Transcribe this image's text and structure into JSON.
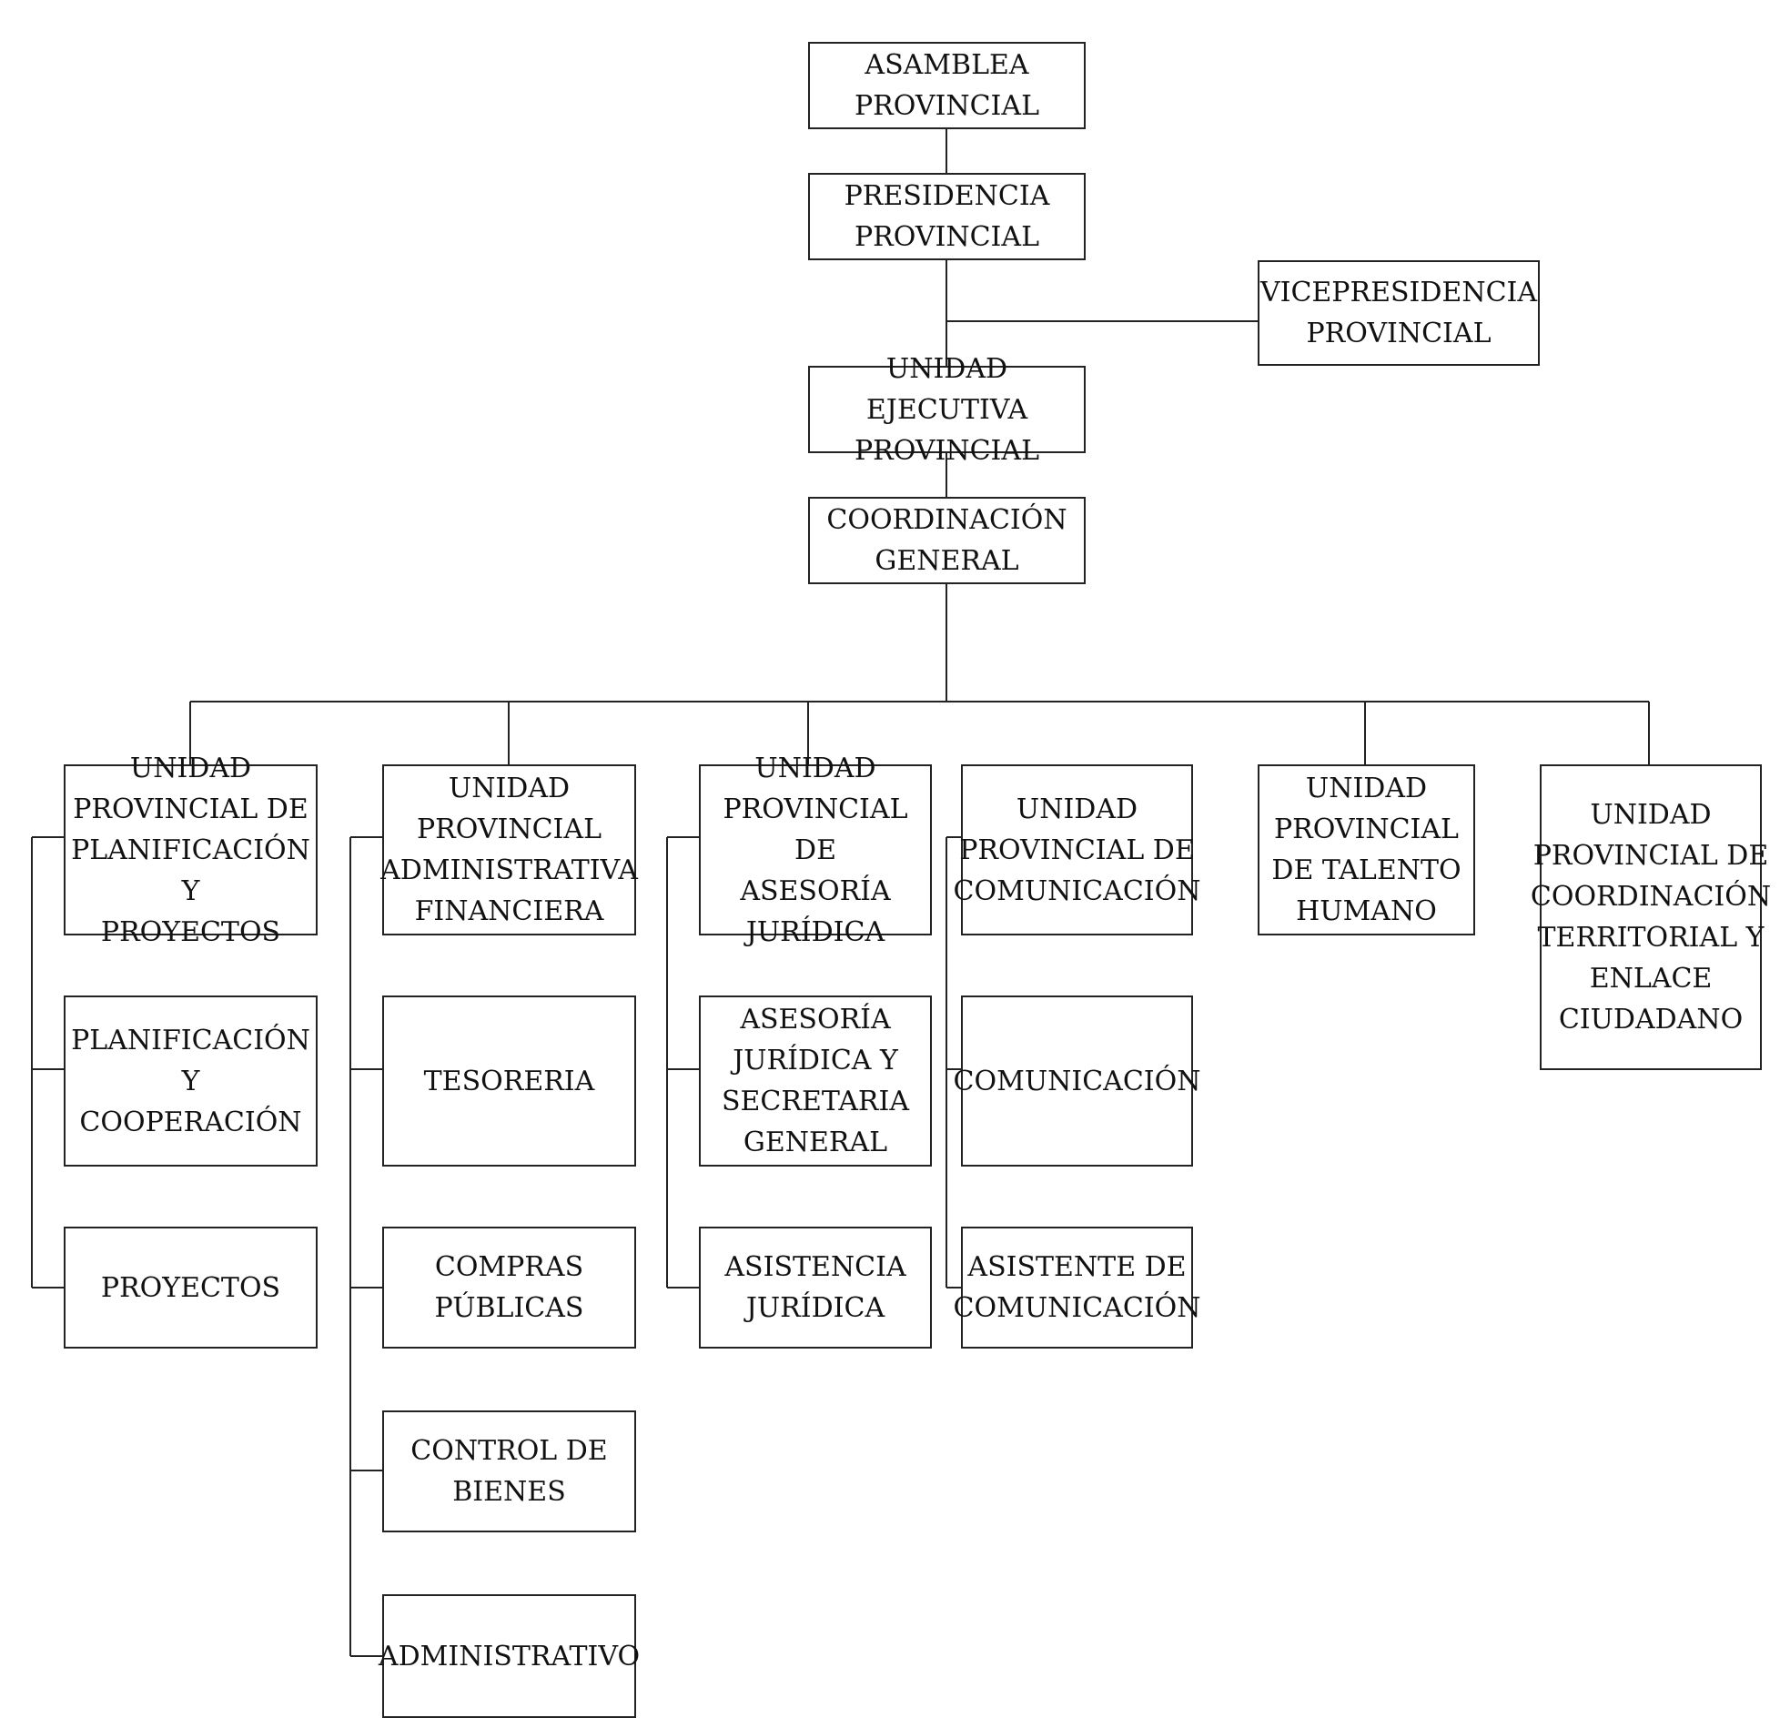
{
  "nodes": {
    "asamblea": "ASAMBLEA\nPROVINCIAL",
    "presidencia": "PRESIDENCIA\nPROVINCIAL",
    "vicepresidencia": "VICEPRESIDENCIA\nPROVINCIAL",
    "unidad_ejecutiva": "UNIDAD EJECUTIVA\nPROVINCIAL",
    "coordinacion_general": "COORDINACIÓN\nGENERAL",
    "planificacion_proyectos": "UNIDAD\nPROVINCIAL DE\nPLANIFICACIÓN Y\nPROYECTOS",
    "planificacion_cooperacion": "PLANIFICACIÓN Y\nCOOPERACIÓN",
    "proyectos": "PROYECTOS",
    "administrativa_financiera": "UNIDAD\nPROVINCIAL\nADMINISTRATIVA\nFINANCIERA",
    "tesoreria": "TESORERIA",
    "compras_publicas": "COMPRAS\nPÚBLICAS",
    "control_bienes": "CONTROL DE\nBIENES",
    "administrativo": "ADMINISTRATIVO",
    "asesoria_juridica": "UNIDAD\nPROVINCIAL DE\nASESORÍA\nJURÍDICA",
    "asesoria_secretaria": "ASESORÍA\nJURÍDICA Y\nSECRETARIA\nGENERAL",
    "asistencia_juridica": "ASISTENCIA\nJURÍDICA",
    "comunicacion_unidad": "UNIDAD\nPROVINCIAL DE\nCOMUNICACIÓN",
    "comunicacion": "COMUNICACIÓN",
    "asistente_comunicacion": "ASISTENTE DE\nCOMUNICACIÓN",
    "talento_humano": "UNIDAD\nPROVINCIAL\nDE TALENTO\nHUMANO",
    "coordinacion_territorial": "UNIDAD\nPROVINCIAL DE\nCOORDINACIÓN\nTERRITORIAL Y\nENLACE\nCIUDADANO"
  }
}
